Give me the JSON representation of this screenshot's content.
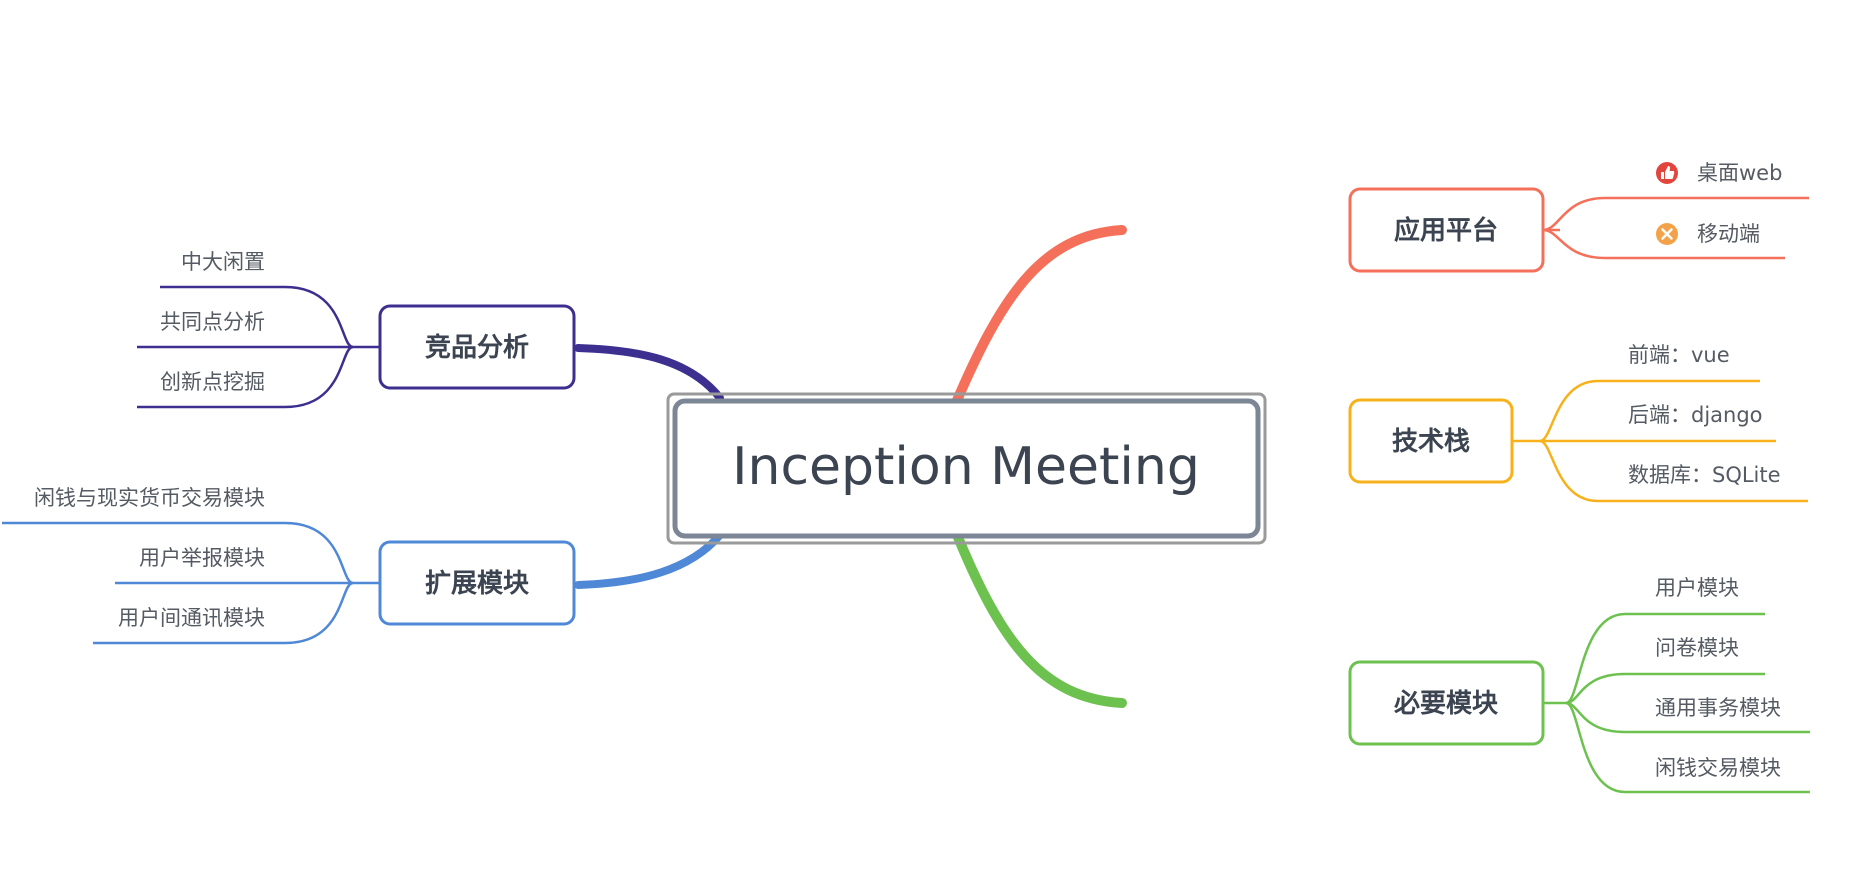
{
  "central": {
    "label": "Inception Meeting"
  },
  "colors": {
    "platform": "#f4705a",
    "tech": "#f7b21b",
    "required": "#6cc14f",
    "competitor": "#3c2f8f",
    "extension": "#4f88d6",
    "center_border": "#7c8695",
    "text": "#3b4450"
  },
  "branches": {
    "platform": {
      "label": "应用平台",
      "leaves": [
        {
          "label": "桌面web",
          "icon": "thumbs-up-icon"
        },
        {
          "label": "移动端",
          "icon": "cross-circle-icon"
        }
      ]
    },
    "tech": {
      "label": "技术栈",
      "leaves": [
        {
          "label": "前端：vue"
        },
        {
          "label": "后端：django"
        },
        {
          "label": "数据库：SQLite"
        }
      ]
    },
    "required": {
      "label": "必要模块",
      "leaves": [
        {
          "label": "用户模块"
        },
        {
          "label": "问卷模块"
        },
        {
          "label": "通用事务模块"
        },
        {
          "label": "闲钱交易模块"
        }
      ]
    },
    "competitor": {
      "label": "竞品分析",
      "leaves": [
        {
          "label": "中大闲置"
        },
        {
          "label": "共同点分析"
        },
        {
          "label": "创新点挖掘"
        }
      ]
    },
    "extension": {
      "label": "扩展模块",
      "leaves": [
        {
          "label": "闲钱与现实货币交易模块"
        },
        {
          "label": "用户举报模块"
        },
        {
          "label": "用户间通讯模块"
        }
      ]
    }
  }
}
